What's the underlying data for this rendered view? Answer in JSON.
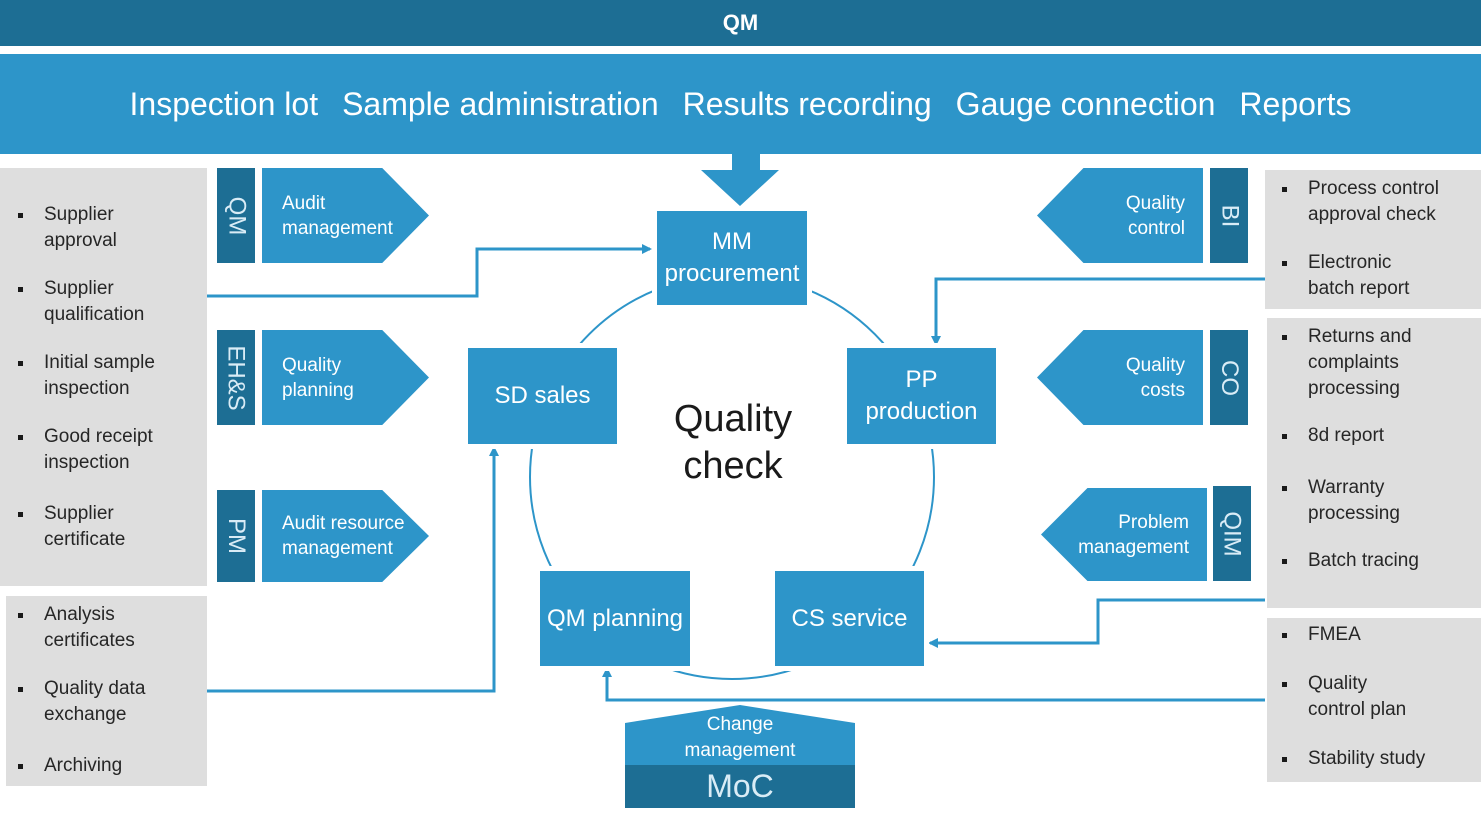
{
  "header": {
    "title": "QM"
  },
  "modules": [
    "Inspection lot",
    "Sample administration",
    "Results recording",
    "Gauge connection",
    "Reports"
  ],
  "center_label": "Quality\ncheck",
  "processes": {
    "mm": "MM\nprocurement",
    "pp": "PP\nproduction",
    "sd": "SD sales",
    "cs": "CS service",
    "qm": "QM planning"
  },
  "left_modules": [
    {
      "tag": "QM",
      "label": "Audit\nmanagement"
    },
    {
      "tag": "EH&S",
      "label": "Quality\nplanning"
    },
    {
      "tag": "PM",
      "label": "Audit resource\nmanagement"
    }
  ],
  "right_modules": [
    {
      "tag": "BI",
      "label": "Quality\ncontrol"
    },
    {
      "tag": "CO",
      "label": "Quality\ncosts"
    },
    {
      "tag": "QIM",
      "label": "Problem\nmanagement"
    }
  ],
  "left_lists": {
    "supplier": [
      "Supplier\napproval",
      "Supplier\nqualification",
      "Initial sample\ninspection",
      "Good receipt\ninspection",
      "Supplier\ncertificate"
    ],
    "analysis": [
      "Analysis\ncertificates",
      "Quality data\nexchange",
      "Archiving"
    ]
  },
  "right_lists": {
    "process": [
      "Process control\napproval check",
      "Electronic\nbatch report"
    ],
    "returns": [
      "Returns and\ncomplaints\nprocessing",
      "8d report",
      "Warranty\nprocessing",
      "Batch tracing"
    ],
    "fmea": [
      "FMEA",
      "Quality\ncontrol plan",
      "Stability study"
    ]
  },
  "change": {
    "label": "Change\nmanagement",
    "tag": "MoC"
  },
  "colors": {
    "dark_blue": "#1d6e94",
    "blue": "#2d95c9",
    "gray": "#dedede"
  }
}
